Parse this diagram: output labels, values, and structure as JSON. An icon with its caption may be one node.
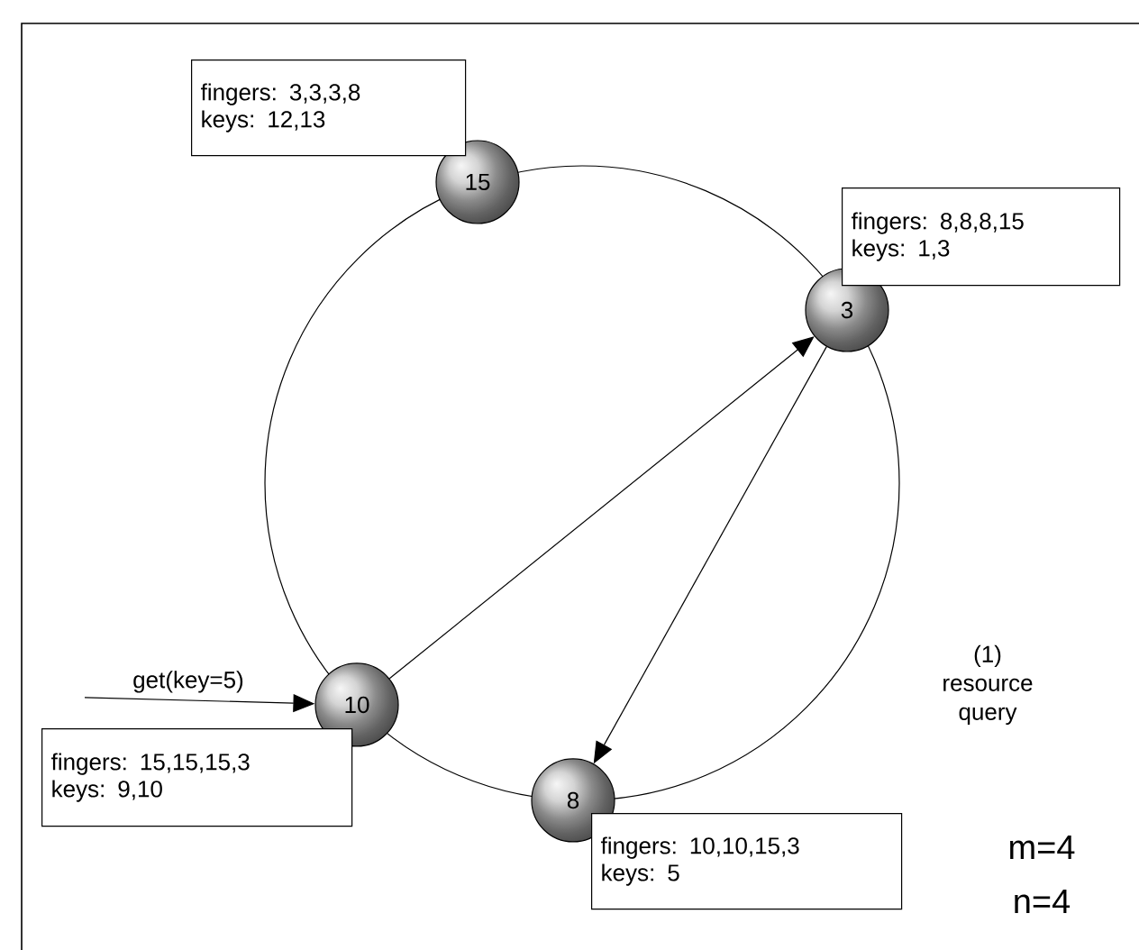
{
  "diagram": {
    "nodes": [
      {
        "text": [
          "15"
        ]
      },
      {
        "text": [
          "fingers: 3,3,3,8",
          "keys: 12,13"
        ]
      },
      {
        "text": [
          "3"
        ]
      },
      {
        "text": [
          "fingers: 8,8,8,15",
          "keys: 1,3"
        ]
      },
      {
        "text": [
          "10"
        ]
      },
      {
        "text": [
          "fingers: 15,15,15,3",
          "keys: 9,10"
        ]
      },
      {
        "text": [
          "8"
        ]
      },
      {
        "text": [
          "fingers: 10,10,15,3",
          "keys: 5"
        ]
      }
    ],
    "edges": [
      {
        "from": 4,
        "to": 2,
        "arrow": "to"
      },
      {
        "from": 2,
        "to": 6,
        "arrow": "to"
      },
      {
        "from": null,
        "to": 4,
        "arrow": "to",
        "label": "get(key=5)"
      }
    ],
    "labels": [
      "(1) resource query",
      "m=4",
      "n=4"
    ]
  }
}
